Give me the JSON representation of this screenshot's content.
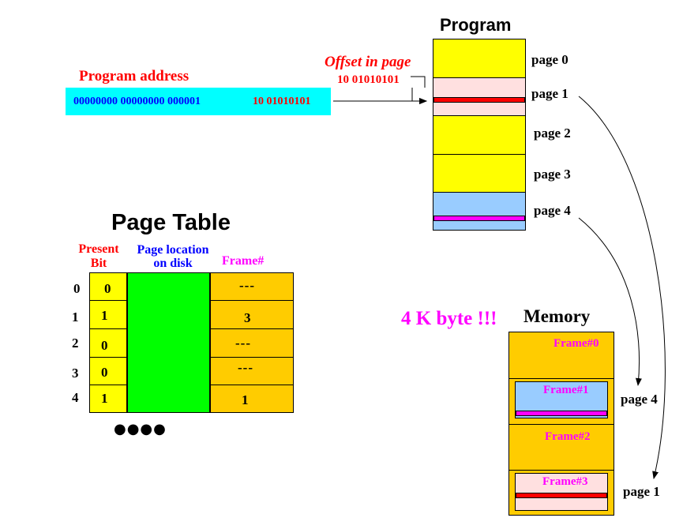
{
  "colors": {
    "yellow": "#ffff00",
    "pink": "#ffe0e0",
    "lightblue": "#99ccff",
    "green": "#00ff00",
    "orange": "#ffcc00",
    "cyan": "#00ffff",
    "red": "#ff0000",
    "magenta": "#ff00ff",
    "blue": "#0000ff"
  },
  "address": {
    "title": "Program address",
    "page_bits": "00000000 00000000 000001",
    "offset_bits": "10 01010101"
  },
  "offset": {
    "label": "Offset in page",
    "bits": "10 01010101"
  },
  "program": {
    "title": "Program",
    "pages": [
      {
        "label": "page 0"
      },
      {
        "label": "page 1"
      },
      {
        "label": "page 2"
      },
      {
        "label": "page 3"
      },
      {
        "label": "page 4"
      }
    ]
  },
  "page_table": {
    "title": "Page Table",
    "headers": {
      "present_line1": "Present",
      "present_line2": "Bit",
      "location_line1": "Page location",
      "location_line2": "on disk",
      "frame": "Frame#"
    },
    "rows": [
      {
        "index": "0",
        "present": "0",
        "frame": "---"
      },
      {
        "index": "1",
        "present": "1",
        "frame": "3"
      },
      {
        "index": "2",
        "present": "0",
        "frame": "---"
      },
      {
        "index": "3",
        "present": "0",
        "frame": "---"
      },
      {
        "index": "4",
        "present": "1",
        "frame": "1"
      }
    ],
    "more": "●●●●"
  },
  "memory": {
    "title": "Memory",
    "size_note": "4 K byte !!!",
    "frames": [
      {
        "label": "Frame#0"
      },
      {
        "label": "Frame#1"
      },
      {
        "label": "Frame#2"
      },
      {
        "label": "Frame#3"
      }
    ],
    "page4_label": "page 4",
    "page1_label": "page 1"
  }
}
